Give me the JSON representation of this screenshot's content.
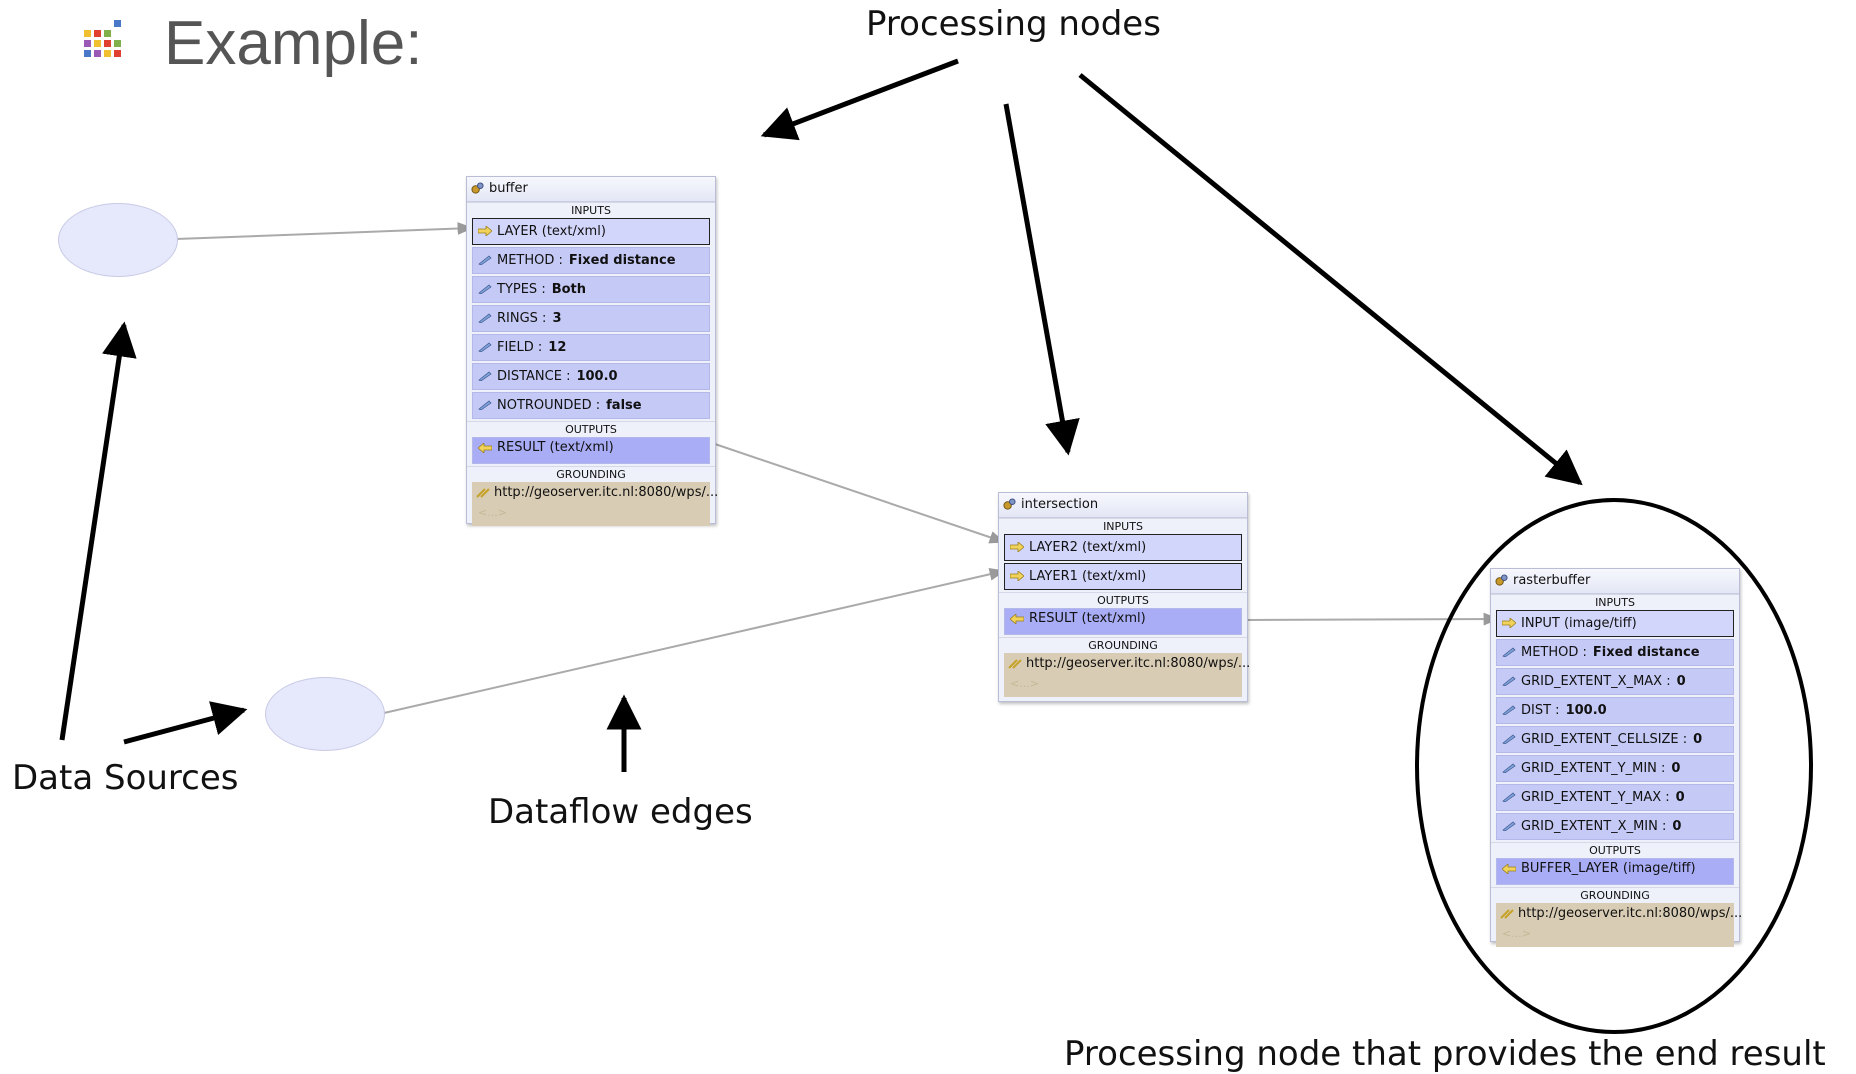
{
  "slide": {
    "title": "Example:",
    "labels": {
      "processing_nodes": "Processing nodes",
      "data_sources": "Data Sources",
      "dataflow_edges": "Dataflow edges",
      "end_result": "Processing node that provides the end result"
    },
    "bullet_colors": [
      "#f0c030",
      "#e04030",
      "#7fb04a",
      "#4a78c8",
      "#9b59b6"
    ]
  },
  "nodes": {
    "buffer": {
      "name": "buffer",
      "inputs_label": "INPUTS",
      "inputs": [
        {
          "label": "LAYER (text/xml)",
          "value": ""
        },
        {
          "label": "METHOD :",
          "value": "Fixed distance"
        },
        {
          "label": "TYPES :",
          "value": "Both"
        },
        {
          "label": "RINGS :",
          "value": "3"
        },
        {
          "label": "FIELD :",
          "value": "12"
        },
        {
          "label": "DISTANCE :",
          "value": "100.0"
        },
        {
          "label": "NOTROUNDED :",
          "value": "false"
        }
      ],
      "outputs_label": "OUTPUTS",
      "outputs": [
        {
          "label": "RESULT (text/xml)"
        }
      ],
      "grounding_label": "GROUNDING",
      "grounding_url": "http://geoserver.itc.nl:8080/wps/...",
      "grounding_more": "<...>"
    },
    "intersection": {
      "name": "intersection",
      "inputs_label": "INPUTS",
      "inputs": [
        {
          "label": "LAYER2 (text/xml)",
          "value": ""
        },
        {
          "label": "LAYER1 (text/xml)",
          "value": ""
        }
      ],
      "outputs_label": "OUTPUTS",
      "outputs": [
        {
          "label": "RESULT (text/xml)"
        }
      ],
      "grounding_label": "GROUNDING",
      "grounding_url": "http://geoserver.itc.nl:8080/wps/...",
      "grounding_more": "<...>"
    },
    "rasterbuffer": {
      "name": "rasterbuffer",
      "inputs_label": "INPUTS",
      "inputs": [
        {
          "label": "INPUT (image/tiff)",
          "value": ""
        },
        {
          "label": "METHOD :",
          "value": "Fixed distance"
        },
        {
          "label": "GRID_EXTENT_X_MAX :",
          "value": "0"
        },
        {
          "label": "DIST :",
          "value": "100.0"
        },
        {
          "label": "GRID_EXTENT_CELLSIZE :",
          "value": "0"
        },
        {
          "label": "GRID_EXTENT_Y_MIN :",
          "value": "0"
        },
        {
          "label": "GRID_EXTENT_Y_MAX :",
          "value": "0"
        },
        {
          "label": "GRID_EXTENT_X_MIN :",
          "value": "0"
        }
      ],
      "outputs_label": "OUTPUTS",
      "outputs": [
        {
          "label": "BUFFER_LAYER (image/tiff)"
        }
      ],
      "grounding_label": "GROUNDING",
      "grounding_url": "http://geoserver.itc.nl:8080/wps/...",
      "grounding_more": "<...>"
    }
  }
}
